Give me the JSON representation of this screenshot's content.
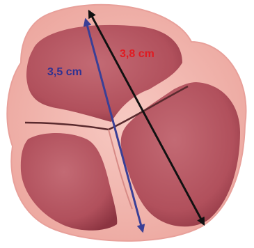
{
  "diagram": {
    "measurements": [
      {
        "id": "inner",
        "label": "3,5 cm",
        "color": "#2e3192"
      },
      {
        "id": "outer",
        "label": "3,8 cm",
        "color": "#e01b22"
      }
    ],
    "colors": {
      "background": "#ffffff",
      "outer_ring": "#f2b6ae",
      "ring_edge": "#e8a09a",
      "cusp_fill": "#b1505c",
      "cusp_shadow": "#8c3441",
      "commissure_line": "#5a2a2e",
      "arrow_blue": "#3a3f96",
      "arrow_black": "#111111"
    },
    "icons": [
      "valve-cusp-shape",
      "double-headed-arrow"
    ]
  }
}
